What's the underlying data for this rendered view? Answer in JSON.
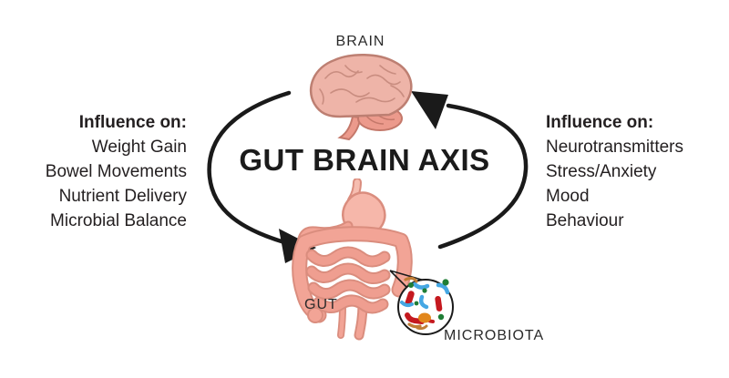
{
  "title": "GUT BRAIN AXIS",
  "nodes": {
    "brain": "BRAIN",
    "gut": "GUT",
    "microbiota": "MICROBIOTA"
  },
  "left_panel": {
    "heading": "Influence on:",
    "items": [
      "Weight Gain",
      "Bowel Movements",
      "Nutrient Delivery",
      "Microbial Balance"
    ]
  },
  "right_panel": {
    "heading": "Influence on:",
    "items": [
      "Neurotransmitters",
      "Stress/Anxiety",
      "Mood",
      "Behaviour"
    ]
  },
  "icons": {
    "brain": "brain-illustration",
    "gut": "gut-illustration",
    "microbiota": "microbiota-magnifier-circle",
    "arrows": "circular-cycle-arrows"
  },
  "colors": {
    "background": "#ffffff",
    "text": "#231f20",
    "arrow": "#1a1a1a",
    "brain_fill": "#eeb4a8",
    "brain_outline": "#bd7f72",
    "brain_cerebellum": "#ec9a8c",
    "gut_fill": "#f2a496",
    "gut_outline": "#da8d7e",
    "gut_light": "#f6bdb0",
    "microbe_red": "#c5191f",
    "microbe_blue": "#45a7e3",
    "microbe_green": "#1f7d35",
    "microbe_orange": "#e2871c",
    "microbe_tan": "#c07c35"
  }
}
